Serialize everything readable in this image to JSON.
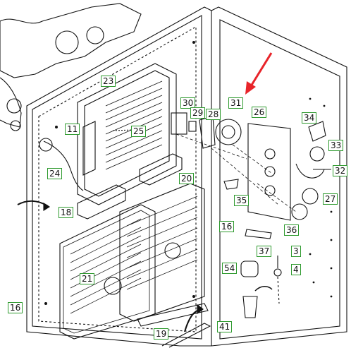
{
  "callouts": [
    "23",
    "11",
    "30",
    "29",
    "28",
    "31",
    "26",
    "34",
    "25",
    "33",
    "32",
    "24",
    "20",
    "35",
    "27",
    "18",
    "16",
    "36",
    "37",
    "3",
    "54",
    "4",
    "21",
    "16",
    "19",
    "41"
  ],
  "colors": {
    "callout_border": "#2e9a2e",
    "arrow": "#e8242a",
    "line": "#111111"
  },
  "icons": [
    "red-pointer-arrow",
    "curved-arrow",
    "gear-icon"
  ]
}
